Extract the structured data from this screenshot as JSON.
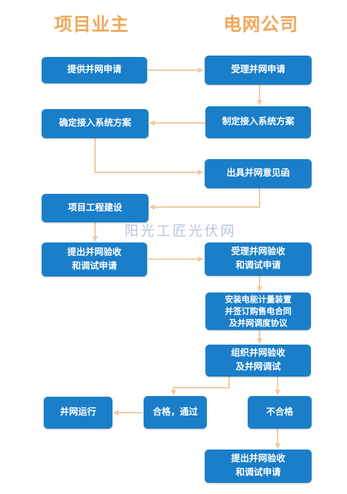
{
  "headers": {
    "owner": "项目业主",
    "grid": "电网公司"
  },
  "watermark": "阳光工匠光伏网",
  "steps": {
    "provide_application": "提供并网申请",
    "accept_application": "受理并网申请",
    "confirm_plan": "确定接入系统方案",
    "formulate_plan": "制定接入系统方案",
    "issue_opinion": "出具并网意见函",
    "construction": "项目工程建设",
    "submit_acceptance": "提出并网验收\n和调试申请",
    "accept_acceptance": "受理并网验收\n和调试申请",
    "install_meter": "安装电能计量装置\n并签订购售电合同\n及并网调度协议",
    "organize_acceptance": "组织并网验收\n及并网调试",
    "grid_operation": "并网运行",
    "qualified": "合格，通过",
    "unqualified": "不合格",
    "resubmit": "提出并网验收\n和调试申请"
  },
  "colors": {
    "box": "#1a7ec8",
    "arrow": "#f0c9a0",
    "header": "#f0a85c",
    "watermark": "#b7c5de"
  }
}
